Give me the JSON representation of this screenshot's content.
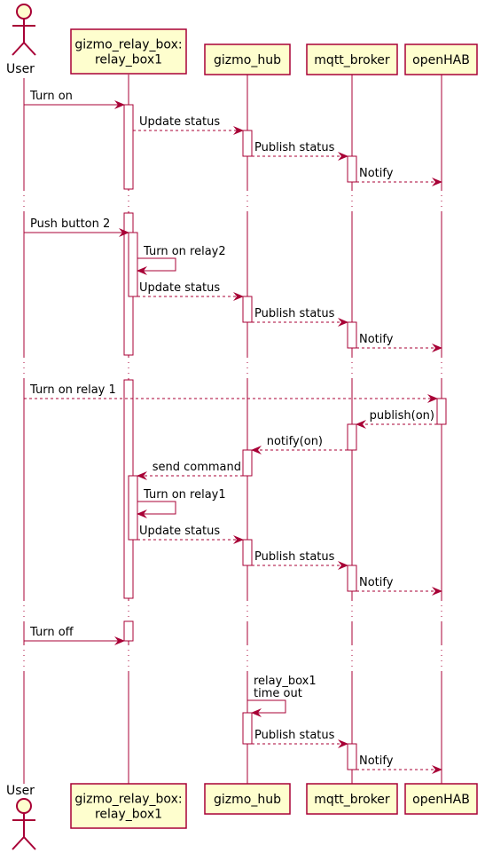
{
  "participants": [
    {
      "id": "user",
      "kind": "actor",
      "label": [
        "User"
      ]
    },
    {
      "id": "relay",
      "kind": "box",
      "label": [
        "gizmo_relay_box:",
        "relay_box1"
      ]
    },
    {
      "id": "hub",
      "kind": "box",
      "label": [
        "gizmo_hub"
      ]
    },
    {
      "id": "broker",
      "kind": "box",
      "label": [
        "mqtt_broker"
      ]
    },
    {
      "id": "openhab",
      "kind": "box",
      "label": [
        "openHAB"
      ]
    }
  ],
  "messages": [
    {
      "id": "m1",
      "from": "user",
      "to": "relay",
      "style": "solid",
      "label": [
        "Turn on"
      ]
    },
    {
      "id": "m2",
      "from": "relay",
      "to": "hub",
      "style": "dashed",
      "label": [
        "Update status"
      ]
    },
    {
      "id": "m3",
      "from": "hub",
      "to": "broker",
      "style": "dashed",
      "label": [
        "Publish status"
      ]
    },
    {
      "id": "m4",
      "from": "broker",
      "to": "openhab",
      "style": "dashed",
      "label": [
        "Notify"
      ]
    },
    {
      "id": "m5",
      "from": "user",
      "to": "relay",
      "style": "solid",
      "label": [
        "Push button 2"
      ]
    },
    {
      "id": "m6",
      "from": "relay",
      "to": "relay",
      "style": "solid",
      "label": [
        "Turn on relay2"
      ]
    },
    {
      "id": "m7",
      "from": "relay",
      "to": "hub",
      "style": "dashed",
      "label": [
        "Update status"
      ]
    },
    {
      "id": "m8",
      "from": "hub",
      "to": "broker",
      "style": "dashed",
      "label": [
        "Publish status"
      ]
    },
    {
      "id": "m9",
      "from": "broker",
      "to": "openhab",
      "style": "dashed",
      "label": [
        "Notify"
      ]
    },
    {
      "id": "m10",
      "from": "user",
      "to": "openhab",
      "style": "dashed",
      "label": [
        "Turn on relay 1"
      ]
    },
    {
      "id": "m11",
      "from": "openhab",
      "to": "broker",
      "style": "dashed",
      "label": [
        "publish(on)"
      ]
    },
    {
      "id": "m12",
      "from": "broker",
      "to": "hub",
      "style": "dashed",
      "label": [
        "notify(on)"
      ]
    },
    {
      "id": "m13",
      "from": "hub",
      "to": "relay",
      "style": "dashed",
      "label": [
        "send command"
      ]
    },
    {
      "id": "m14",
      "from": "relay",
      "to": "relay",
      "style": "solid",
      "label": [
        "Turn on relay1"
      ]
    },
    {
      "id": "m15",
      "from": "relay",
      "to": "hub",
      "style": "dashed",
      "label": [
        "Update status"
      ]
    },
    {
      "id": "m16",
      "from": "hub",
      "to": "broker",
      "style": "dashed",
      "label": [
        "Publish status"
      ]
    },
    {
      "id": "m17",
      "from": "broker",
      "to": "openhab",
      "style": "dashed",
      "label": [
        "Notify"
      ]
    },
    {
      "id": "m18",
      "from": "user",
      "to": "relay",
      "style": "solid",
      "label": [
        "Turn off"
      ]
    },
    {
      "id": "m19",
      "from": "hub",
      "to": "hub",
      "style": "solid",
      "label": [
        "relay_box1",
        "time out"
      ]
    },
    {
      "id": "m20",
      "from": "hub",
      "to": "broker",
      "style": "dashed",
      "label": [
        "Publish status"
      ]
    },
    {
      "id": "m21",
      "from": "broker",
      "to": "openhab",
      "style": "dashed",
      "label": [
        "Notify"
      ]
    }
  ],
  "colors": {
    "lifeline": "#a80036",
    "arrow": "#a80036",
    "box_fill": "#fefece",
    "box_border": "#a80036",
    "activation_fill": "#ffffff",
    "text": "#000000"
  }
}
